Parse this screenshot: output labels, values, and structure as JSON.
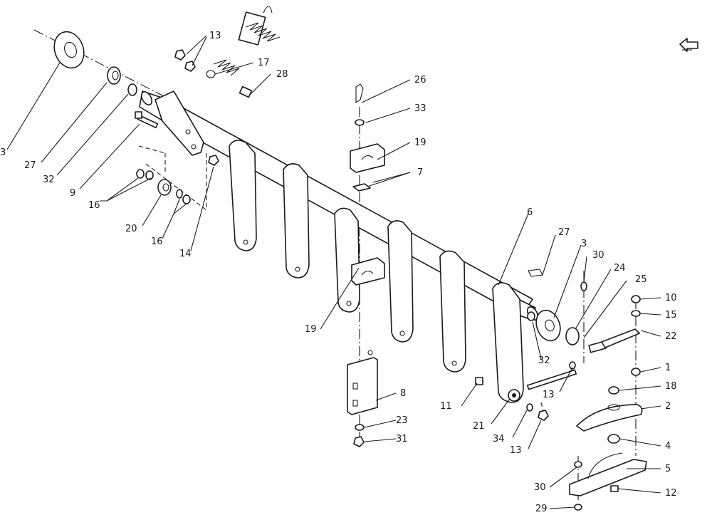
{
  "diagram": {
    "callouts": [
      "3",
      "27",
      "32",
      "9",
      "16",
      "20",
      "16",
      "14",
      "13",
      "17",
      "28",
      "26",
      "33",
      "19",
      "7",
      "19",
      "6",
      "27",
      "3",
      "30",
      "24",
      "25",
      "10",
      "15",
      "22",
      "1",
      "18",
      "2",
      "4",
      "5",
      "12",
      "29",
      "30",
      "8",
      "23",
      "31",
      "11",
      "21",
      "34",
      "13",
      "13",
      "32"
    ]
  },
  "icons": {
    "navigation": "return-arrow-icon"
  },
  "colors": {
    "line": "#1a1a1a",
    "background": "#ffffff"
  }
}
